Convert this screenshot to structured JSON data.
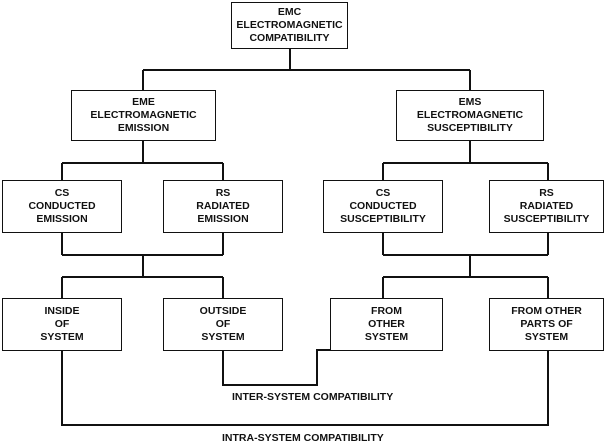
{
  "nodes": {
    "emc": [
      "EMC",
      "ELECTROMAGNETIC",
      "COMPATIBILITY"
    ],
    "eme": [
      "EME",
      "ELECTROMAGNETIC",
      "EMISSION"
    ],
    "ems": [
      "EMS",
      "ELECTROMAGNETIC",
      "SUSCEPTIBILITY"
    ],
    "cs_emission": [
      "CS",
      "CONDUCTED",
      "EMISSION"
    ],
    "rs_emission": [
      "RS",
      "RADIATED",
      "EMISSION"
    ],
    "cs_susceptibility": [
      "CS",
      "CONDUCTED",
      "SUSCEPTIBILITY"
    ],
    "rs_susceptibility": [
      "RS",
      "RADIATED",
      "SUSCEPTIBILITY"
    ],
    "inside_of_system": [
      "INSIDE",
      "OF",
      "SYSTEM"
    ],
    "outside_of_system": [
      "OUTSIDE",
      "OF",
      "SYSTEM"
    ],
    "from_other_system": [
      "FROM",
      "OTHER",
      "SYSTEM"
    ],
    "from_other_parts": [
      "FROM OTHER",
      "PARTS OF",
      "SYSTEM"
    ]
  },
  "captions": {
    "inter_system": "INTER-SYSTEM COMPATIBILITY",
    "intra_system": "INTRA-SYSTEM COMPATIBILITY"
  }
}
